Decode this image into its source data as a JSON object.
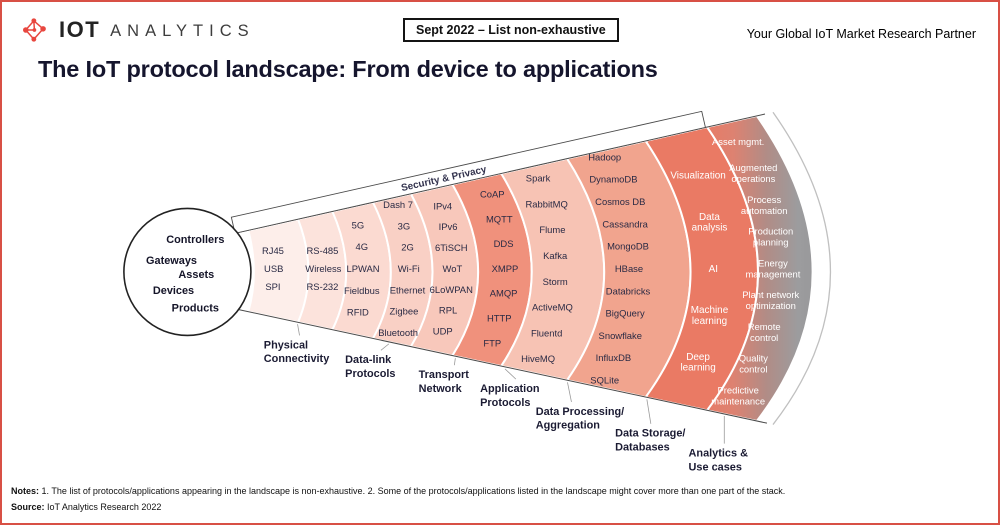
{
  "header": {
    "logo_primary": "IOT",
    "logo_secondary": "ANALYTICS",
    "badge": "Sept 2022 – List non-exhaustive",
    "tagline": "Your Global IoT Market Research Partner"
  },
  "title": "The IoT protocol landscape: From device to applications",
  "diagram": {
    "accent_red": "#e8473f",
    "gradient_gray": "#98989a",
    "security_band": "Security & Privacy",
    "hub": {
      "items": [
        "Controllers",
        "Gateways",
        "Assets",
        "Devices",
        "Products"
      ]
    },
    "stages": [
      {
        "label_lines": [
          "Physical",
          "Connectivity"
        ],
        "rings": [
          {
            "color": "#fdeeea",
            "items": [
              "RJ45",
              "USB",
              "SPI"
            ]
          },
          {
            "color": "#fce3dc",
            "items": [
              "RS-485",
              "Wireless",
              "RS-232"
            ]
          }
        ]
      },
      {
        "label_lines": [
          "Data-link",
          "Protocols"
        ],
        "rings": [
          {
            "color": "#fbdad1",
            "items": [
              "5G",
              "4G",
              "LPWAN",
              "Fieldbus",
              "RFID"
            ]
          },
          {
            "color": "#f9d0c5",
            "items": [
              "Dash 7",
              "3G",
              "2G",
              "Wi-Fi",
              "Ethernet",
              "Zigbee",
              "Bluetooth"
            ]
          }
        ]
      },
      {
        "label_lines": [
          "Transport",
          "Network"
        ],
        "rings": [
          {
            "color": "#f8c8bb",
            "items": [
              "IPv4",
              "IPv6",
              "6TiSCH",
              "WoT",
              "6LoWPAN",
              "RPL",
              "UDP"
            ]
          }
        ]
      },
      {
        "label_lines": [
          "Application",
          "Protocols"
        ],
        "rings": [
          {
            "color": "#f0917c",
            "items": [
              "CoAP",
              "MQTT",
              "DDS",
              "XMPP",
              "AMQP",
              "HTTP",
              "FTP"
            ]
          }
        ]
      },
      {
        "label_lines": [
          "Data Processing/",
          "Aggregation"
        ],
        "rings": [
          {
            "color": "#f7c3b4",
            "items": [
              "Spark",
              "RabbitMQ",
              "Flume",
              "Kafka",
              "Storm",
              "ActiveMQ",
              "Fluentd",
              "HiveMQ"
            ]
          }
        ]
      },
      {
        "label_lines": [
          "Data Storage/",
          "Databases"
        ],
        "rings": [
          {
            "color": "#f1a48e",
            "items": [
              "Hadoop",
              "DynamoDB",
              "Cosmos DB",
              "Cassandra",
              "MongoDB",
              "HBase",
              "Databricks",
              "BigQuery",
              "Snowflake",
              "InfluxDB",
              "SQLite"
            ]
          }
        ]
      },
      {
        "label_lines": [
          "Analytics &",
          "Use cases"
        ],
        "rings": [
          {
            "color": "#ea7a64",
            "text_color": "#ffffff",
            "items": [
              "Visualization",
              "Data\nanalysis",
              "AI",
              "Machine\nlearning",
              "Deep\nlearning"
            ]
          },
          {
            "color": "gradient",
            "text_color": "#ffffff",
            "items": [
              "Asset mgmt.",
              "Augmented\noperations",
              "Process\nautomation",
              "Production\nplanning",
              "Energy\nmanagement",
              "Plant network\noptimization",
              "Remote\ncontrol",
              "Quality\ncontrol",
              "Predictive\nmaintenance"
            ]
          }
        ]
      }
    ]
  },
  "footer": {
    "notes_label": "Notes:",
    "notes_text": "1. The list of protocols/applications appearing in the landscape is non-exhaustive.  2. Some of the protocols/applications listed in the landscape might cover more than one part of the stack.",
    "source_label": "Source:",
    "source_text": "IoT Analytics Research 2022"
  }
}
